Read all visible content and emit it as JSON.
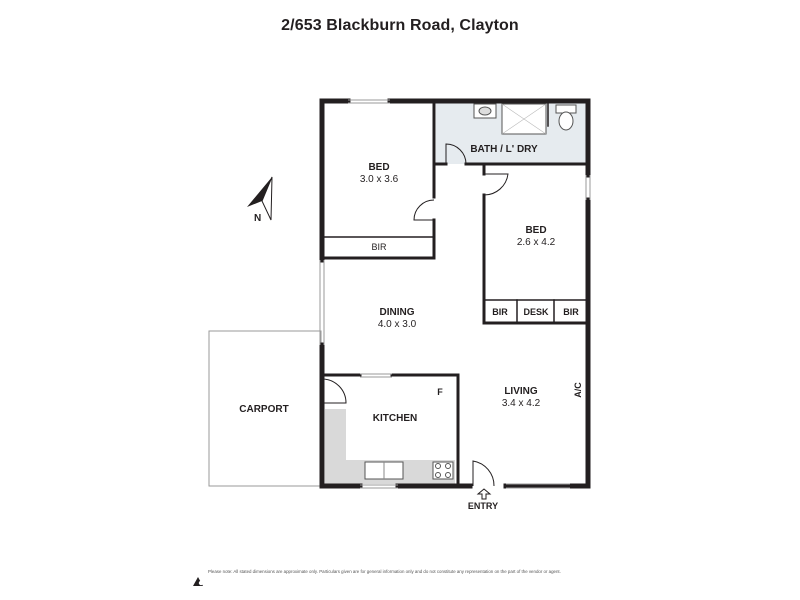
{
  "title": "2/653 Blackburn Road, Clayton",
  "rooms": {
    "bed1": {
      "name": "BED",
      "size": "3.0 x 3.6"
    },
    "bed1_bir": "BIR",
    "bath": {
      "name": "BATH / L' DRY"
    },
    "bed2": {
      "name": "BED",
      "size": "2.6 x 4.2"
    },
    "bed2_bir_left": "BIR",
    "bed2_desk": "DESK",
    "bed2_bir_right": "BIR",
    "dining": {
      "name": "DINING",
      "size": "4.0 x 3.0"
    },
    "kitchen": {
      "name": "KITCHEN"
    },
    "fridge": "F",
    "living": {
      "name": "LIVING",
      "size": "3.4 x 4.2"
    },
    "ac": "A/C",
    "carport": "CARPORT",
    "entry": "ENTRY"
  },
  "compass": {
    "label": "N",
    "icon": "north-arrow-icon"
  },
  "disclaimer": "Please note: All stated dimensions are approximate only. Particulars given are for general information only and do not constitute any representation on the part of the vendor or agent.",
  "logo_icon": "brand-logo-icon",
  "colors": {
    "wall": "#231f20",
    "wet_area": "#e6ebef",
    "bench": "#d9d9d9"
  }
}
